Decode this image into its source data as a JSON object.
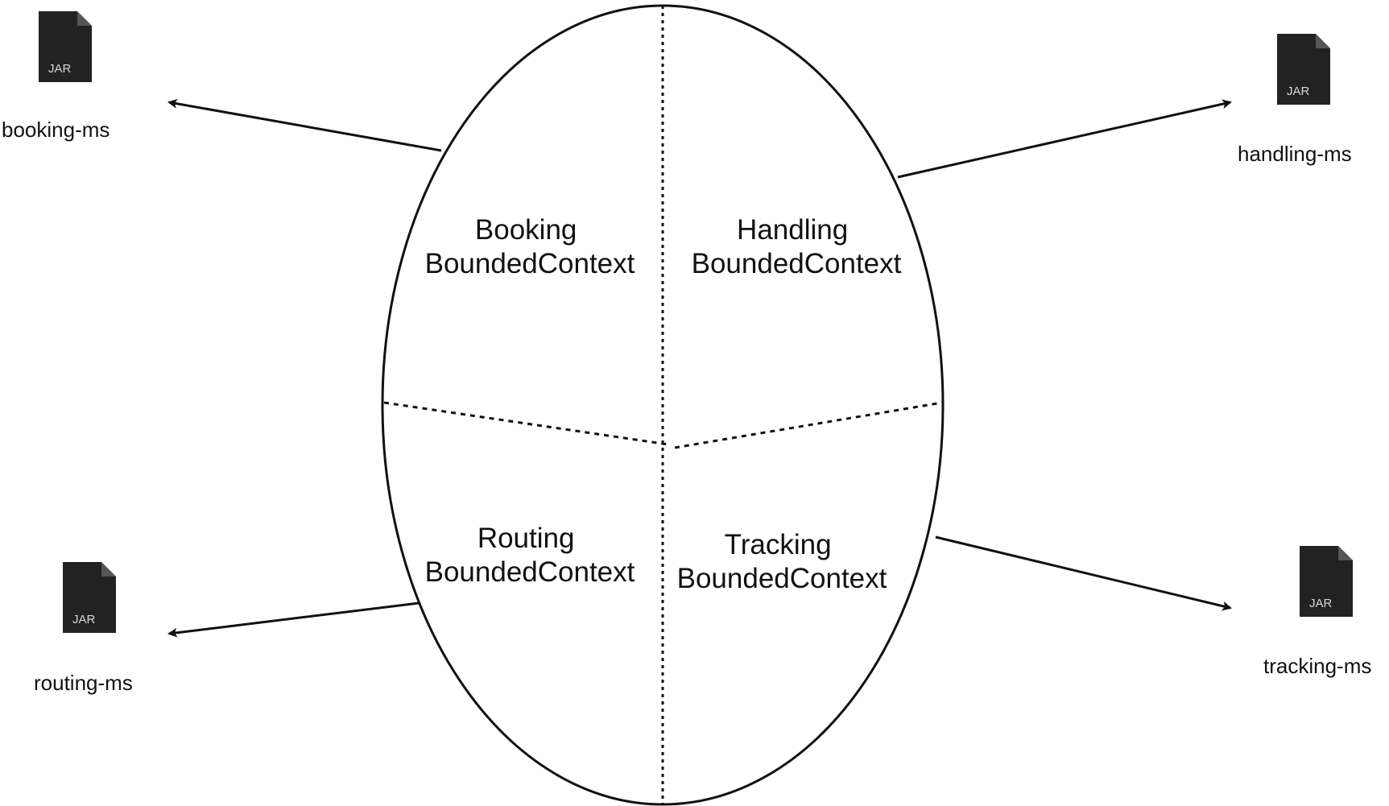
{
  "contexts": [
    {
      "line1": "Booking",
      "line2": "BoundedContext"
    },
    {
      "line1": "Handling",
      "line2": "BoundedContext"
    },
    {
      "line1": "Routing",
      "line2": "BoundedContext"
    },
    {
      "line1": "Tracking",
      "line2": "BoundedContext"
    }
  ],
  "services": [
    {
      "label": "booking-ms",
      "icon": "jar-file-icon",
      "icon_text": "JAR"
    },
    {
      "label": "handling-ms",
      "icon": "jar-file-icon",
      "icon_text": "JAR"
    },
    {
      "label": "routing-ms",
      "icon": "jar-file-icon",
      "icon_text": "JAR"
    },
    {
      "label": "tracking-ms",
      "icon": "jar-file-icon",
      "icon_text": "JAR"
    }
  ],
  "colors": {
    "stroke": "#111111",
    "icon": "#222222",
    "icon_text": "#d8d8d8",
    "background": "#ffffff"
  }
}
